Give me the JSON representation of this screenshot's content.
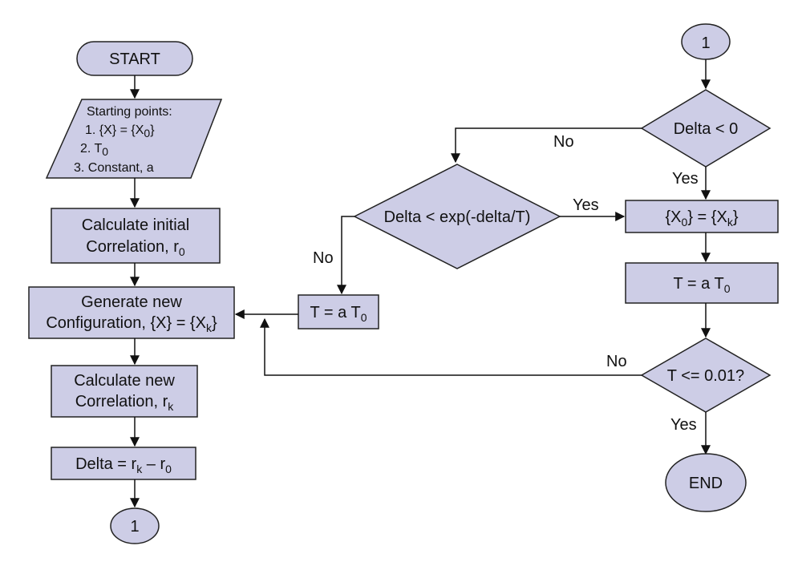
{
  "colors": {
    "shape_fill": "#cdcde6",
    "stroke": "#222222",
    "text": "#111111"
  },
  "nodes": {
    "start": "START",
    "input": {
      "title": "Starting points:",
      "l1_a": "1. {X} = {X",
      "l1_sub": "0",
      "l1_b": "}",
      "l2_a": "2. T",
      "l2_sub": "0",
      "l3": "3. Constant, a"
    },
    "calc_initial": {
      "l1": "Calculate initial",
      "l2_a": "Correlation, r",
      "l2_sub": "0"
    },
    "generate": {
      "l1": "Generate new",
      "l2_a": "Configuration, {X} = {X",
      "l2_sub": "k",
      "l2_b": "}"
    },
    "calc_new": {
      "l1": "Calculate new",
      "l2_a": "Correlation, r",
      "l2_sub": "k"
    },
    "delta": {
      "a": "Delta = r",
      "sub1": "k",
      "b": " – r",
      "sub2": "0"
    },
    "connector_left": "1",
    "connector_right": "1",
    "decision_delta": "Delta < 0",
    "decision_exp": "Delta < exp(-delta/T)",
    "assign_x": {
      "a": "{X",
      "sub1": "0",
      "b": "} = {X",
      "sub2": "k",
      "c": "}"
    },
    "temp_right": {
      "a": "T = a T",
      "sub": "0"
    },
    "temp_middle": {
      "a": "T = a T",
      "sub": "0"
    },
    "decision_t": "T <= 0.01?",
    "end": "END"
  },
  "edges": {
    "delta_no": "No",
    "delta_yes": "Yes",
    "exp_yes": "Yes",
    "exp_no": "No",
    "t_no": "No",
    "t_yes": "Yes"
  }
}
